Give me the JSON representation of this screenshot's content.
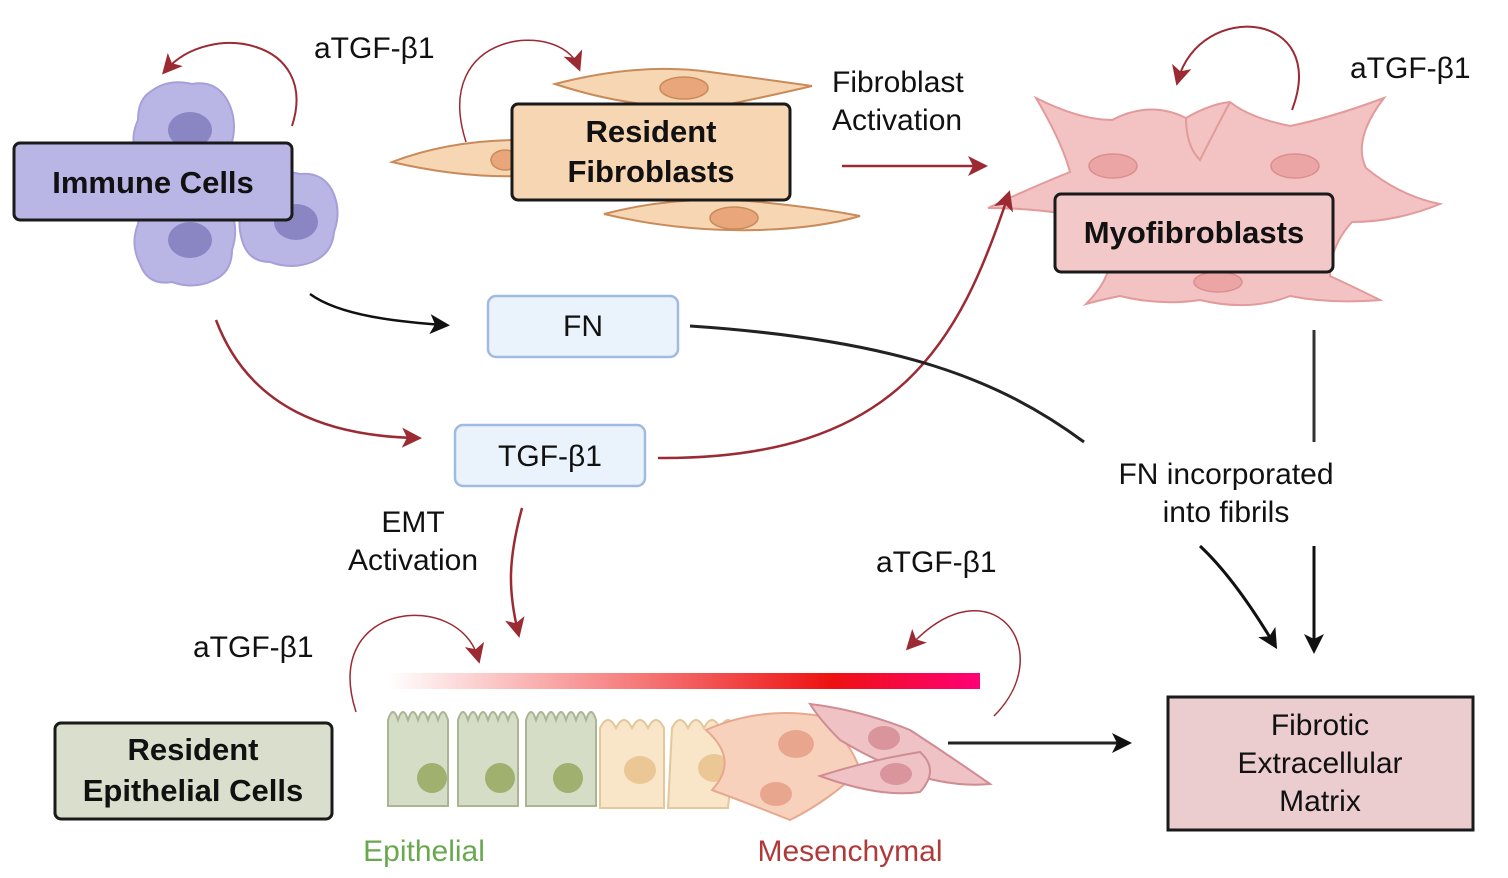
{
  "nodes": {
    "immune_cells": "Immune Cells",
    "resident_fibroblasts": [
      "Resident",
      "Fibroblasts"
    ],
    "myofibroblasts": "Myofibroblasts",
    "fn": "FN",
    "tgf_b1": "TGF-β1",
    "resident_epithelial": [
      "Resident",
      "Epithelial Cells"
    ],
    "fibrotic_ecm": [
      "Fibrotic",
      "Extracellular",
      "Matrix"
    ]
  },
  "labels": {
    "atgf_immune": "aTGF-β1",
    "atgf_myofibro": "aTGF-β1",
    "atgf_epithelial": "aTGF-β1",
    "atgf_mesenchymal": "aTGF-β1",
    "fibroblast_activation": [
      "Fibroblast",
      "Activation"
    ],
    "emt_activation": [
      "EMT",
      "Activation"
    ],
    "fn_incorporated": [
      "FN incorporated",
      "into fibrils"
    ],
    "epithelial": "Epithelial",
    "mesenchymal": "Mesenchymal"
  },
  "colors": {
    "immune_box": "#b9b6e6",
    "fibroblast_box": "#f7d6b3",
    "myofibroblast_box": "#f3c8c8",
    "signal_box": "#eaf2fb",
    "epithelial_box": "#d9dfcc",
    "ecm_box": "#ebcdcf",
    "arrow_red": "#9b2a33",
    "arrow_black": "#111111",
    "epithelial_text": "#6aa84f",
    "mesenchymal_text": "#b03a3a",
    "gradient_start": "#ffffff",
    "gradient_mid": "#ee1111",
    "gradient_end": "#ff0077"
  }
}
